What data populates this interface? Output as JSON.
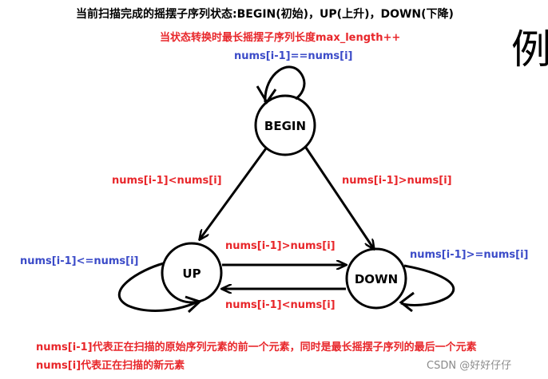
{
  "title": "当前扫描完成的摇摆子序列状态:BEGIN(初始)，UP(上升)，DOWN(下降)",
  "subtitle": "当状态转换时最长摇摆子序列长度max_length++",
  "corner_text": "例",
  "nodes": {
    "begin": "BEGIN",
    "up": "UP",
    "down": "DOWN"
  },
  "edges": {
    "begin_self": "nums[i-1]==nums[i]",
    "begin_to_up": "nums[i-1]<nums[i]",
    "begin_to_down": "nums[i-1]>nums[i]",
    "up_to_down": "nums[i-1]>nums[i]",
    "down_to_up": "nums[i-1]<nums[i]",
    "up_self": "nums[i-1]<=nums[i]",
    "down_self": "nums[i-1]>=nums[i]"
  },
  "notes": {
    "line1": "nums[i-1]代表正在扫描的原始序列元素的前一个元素，同时是最长摇摆子序列的最后一个元素",
    "line2": "nums[i]代表正在扫描的新元素"
  },
  "watermark": "CSDN @好好仔仔",
  "colors": {
    "red": "#e8262a",
    "blue": "#3b4bc8",
    "black": "#000000"
  }
}
